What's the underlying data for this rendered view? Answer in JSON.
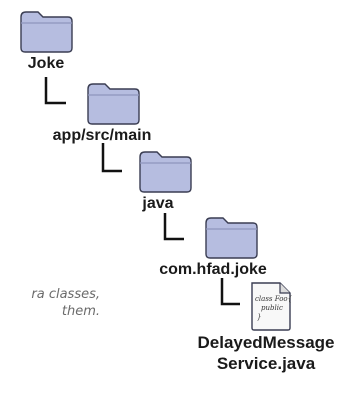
{
  "tree": {
    "folders": [
      {
        "label": "Joke"
      },
      {
        "label": "app/src/main"
      },
      {
        "label": "java"
      },
      {
        "label": "com.hfad.joke"
      }
    ],
    "file": {
      "name_line1": "DelayedMessage",
      "name_line2": "Service.java",
      "page_text_line1": "class Foo{",
      "page_text_line2": "public",
      "page_text_line3": "}"
    }
  },
  "annotation": {
    "line1": "ra classes,",
    "line2": "them."
  },
  "colors": {
    "folder_fill": "#b6bde0",
    "folder_stroke": "#3a3d52",
    "connector": "#111111",
    "file_page": "#f8f8f8"
  },
  "icons": {
    "folder": "folder-icon",
    "file": "java-file-icon"
  }
}
